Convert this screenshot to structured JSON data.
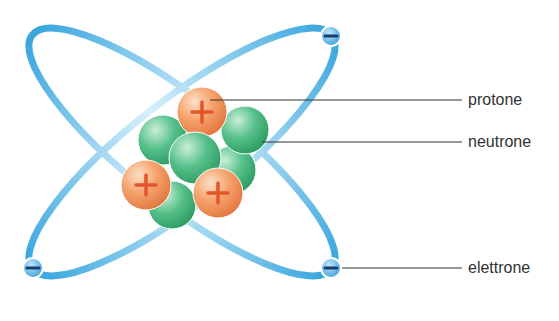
{
  "diagram": {
    "labels": [
      "protone",
      "neutrone",
      "elettrone"
    ]
  }
}
